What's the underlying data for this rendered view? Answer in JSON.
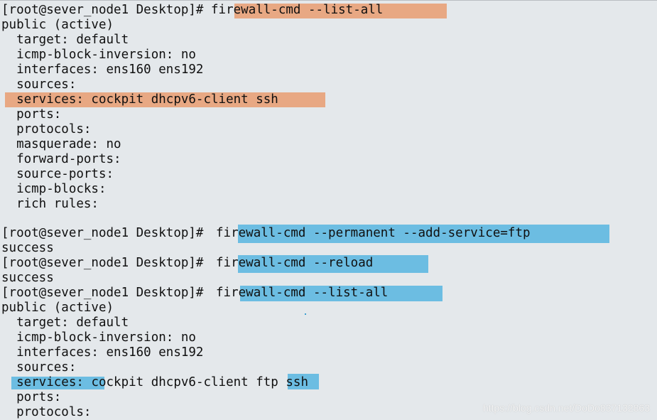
{
  "terminal": {
    "prompt": "[root@sever_node1 Desktop]# ",
    "first_block": {
      "command": "firewall-cmd --list-all",
      "zone": "public (active)",
      "target": "  target: default",
      "icmp_block_inversion": "  icmp-block-inversion: no",
      "interfaces": "  interfaces: ens160 ens192",
      "sources": "  sources:",
      "services": "  services: cockpit dhcpv6-client ssh",
      "ports": "  ports:",
      "protocols": "  protocols:",
      "masquerade": "  masquerade: no",
      "forward_ports": "  forward-ports:",
      "source_ports": "  source-ports:",
      "icmp_blocks": "  icmp-blocks:",
      "rich_rules": "  rich rules:"
    },
    "add_service": {
      "command": "firewall-cmd --permanent --add-service=ftp",
      "result": "success"
    },
    "reload": {
      "command": "firewall-cmd --reload",
      "result": "success"
    },
    "second_block": {
      "command": "firewall-cmd --list-all",
      "zone": "public (active)",
      "target": "  target: default",
      "icmp_block_inversion": "  icmp-block-inversion: no",
      "interfaces": "  interfaces: ens160 ens192",
      "sources": "  sources:",
      "services_label": "  services: ",
      "services_before": "cockpit dhcpv6-client ",
      "services_new": "ftp",
      "services_after": " ssh",
      "ports": "  ports:",
      "protocols": "  protocols:"
    }
  },
  "watermark": "https://blog.csdn.net/DoDo837132863",
  "colors": {
    "background": "#e4e8eb",
    "highlight_orange": "#e8a883",
    "highlight_blue": "#6cbde2"
  }
}
